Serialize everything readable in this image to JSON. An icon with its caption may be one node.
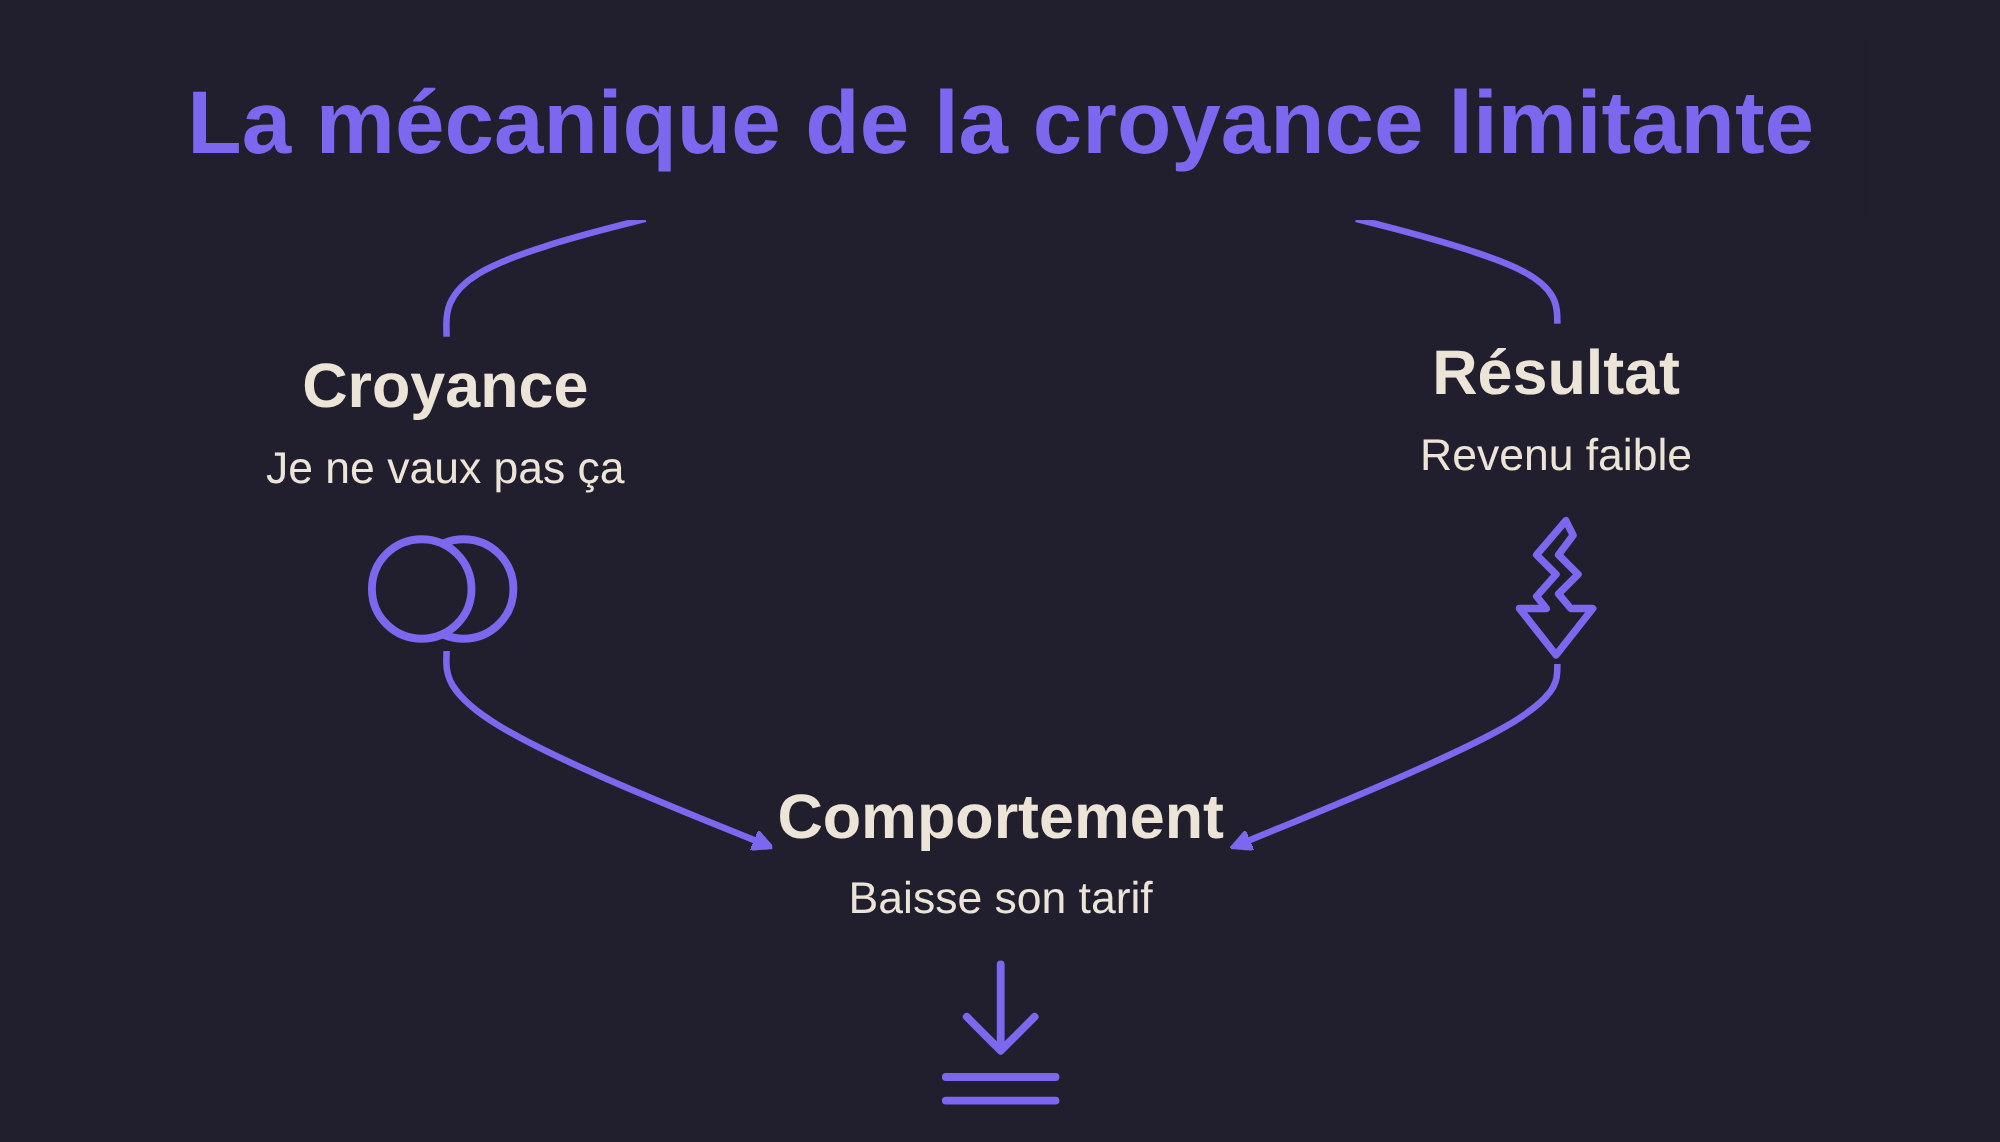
{
  "diagram": {
    "nodes": [
      {
        "text": [
          "La mécanique de la croyance limitante"
        ]
      },
      {
        "text": [
          "Croyance",
          "Je ne vaux pas ça"
        ]
      },
      {
        "text": [
          "Résultat",
          "Revenu faible"
        ]
      },
      {
        "text": [
          "Comportement",
          "Baisse son tarif"
        ]
      }
    ],
    "edges": [
      {
        "from": 0,
        "to": 1,
        "arrow": "none"
      },
      {
        "from": 0,
        "to": 2,
        "arrow": "none"
      },
      {
        "from": 1,
        "to": 3,
        "arrow": "to"
      },
      {
        "from": 2,
        "to": 3,
        "arrow": "to"
      }
    ]
  }
}
